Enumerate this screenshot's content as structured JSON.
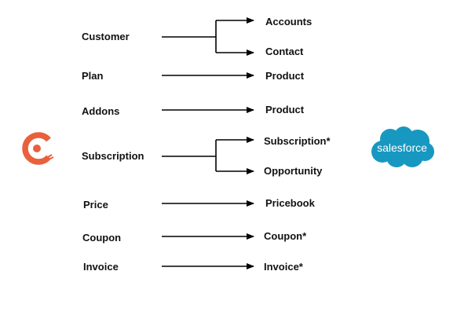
{
  "sources": {
    "customer": "Customer",
    "plan": "Plan",
    "addons": "Addons",
    "subscription": "Subscription",
    "price": "Price",
    "coupon": "Coupon",
    "invoice": "Invoice"
  },
  "targets": {
    "accounts": "Accounts",
    "contact": "Contact",
    "product_plan": "Product",
    "product_addons": "Product",
    "subscription": "Subscription*",
    "opportunity": "Opportunity",
    "pricebook": "Pricebook",
    "coupon": "Coupon*",
    "invoice": "Invoice*"
  },
  "logos": {
    "left": {
      "icon": "chargebee-logo-icon",
      "color": "#e8613c"
    },
    "right": {
      "icon": "salesforce-cloud-icon",
      "text": "salesforce",
      "color": "#1798c1"
    }
  },
  "colors": {
    "lines": "#000000",
    "text": "#111111"
  }
}
